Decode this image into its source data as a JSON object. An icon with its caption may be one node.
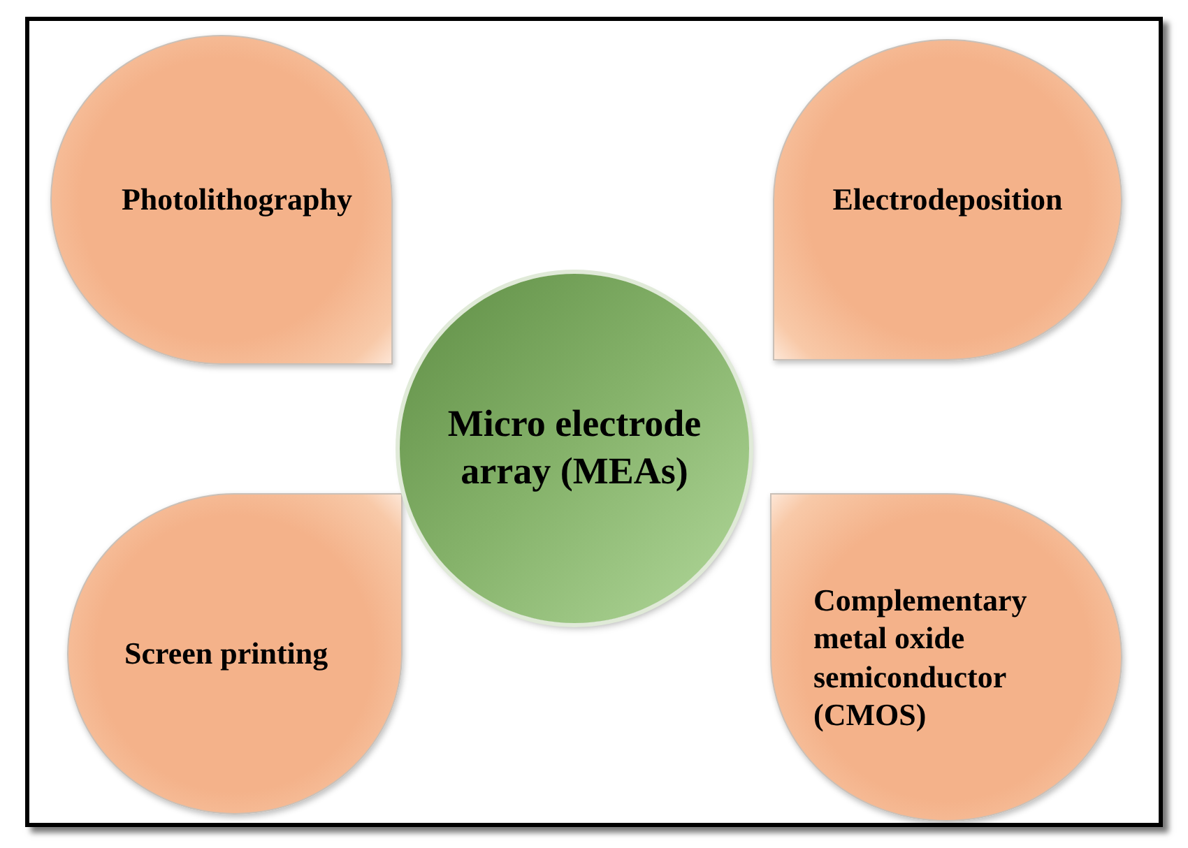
{
  "diagram": {
    "nodes": [
      {
        "text": [
          "Photolithography"
        ]
      },
      {
        "text": [
          "Electrodeposition"
        ]
      },
      {
        "text": [
          "Micro electrode array (MEAs)"
        ]
      },
      {
        "text": [
          "Screen printing"
        ]
      },
      {
        "text": [
          "Complementary metal oxide semiconductor (CMOS)"
        ]
      }
    ]
  }
}
